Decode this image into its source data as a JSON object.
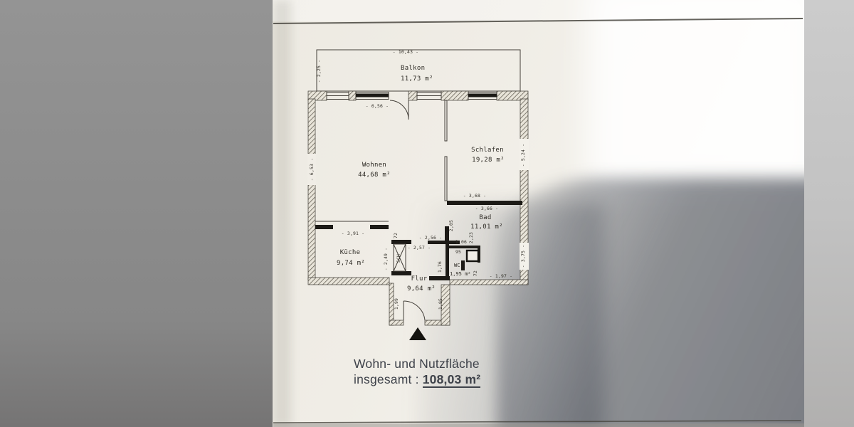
{
  "photo": {
    "left_strip_color": "#8d8d8d",
    "right_strip_color": "#c2c2c2",
    "paper_color": "#f2efe8",
    "shadow_color": "#3b3f49"
  },
  "plan": {
    "rooms": [
      {
        "name": "Balkon",
        "area": "11,73 m²"
      },
      {
        "name": "Wohnen",
        "area": "44,68 m²"
      },
      {
        "name": "Schlafen",
        "area": "19,28 m²"
      },
      {
        "name": "Bad",
        "area": "11,01 m²"
      },
      {
        "name": "Küche",
        "area": "9,74 m²"
      },
      {
        "name": "Flur",
        "area": "9,64 m²"
      },
      {
        "name": "WC",
        "area": "1,95 m²"
      }
    ],
    "dims": {
      "balcony_width": "- 10,43 -",
      "balcony_depth": "- 2,25 -",
      "wohnen_top": "- 6,56 -",
      "left_height": "- 6,53 -",
      "schlafen_right": "- 5,24 -",
      "schlafen_bottom": "- 3,68 -",
      "bad_top": "- 3,66 -",
      "bad_left_v": "2,05",
      "bad_mid_v": "2,23",
      "bad_small_w": "1,06",
      "bad_small_w2": "95",
      "flur_top1": "- 2,56 -",
      "flur_top2": "- 2,57 -",
      "shaft_w": "72",
      "shaft_label": "SCH",
      "flur_left_v": "1,76",
      "wc_w": "72",
      "kueche_top": "- 3,91 -",
      "kueche_right": "- 2,49 -",
      "bottom_right": "- 1,97 -",
      "right_lower_v": "- 3,75 -",
      "vest_right_v": "1,95",
      "vest_left_v": "1,99"
    }
  },
  "summary": {
    "line1": "Wohn- und Nutzfläche",
    "line2_label": "insgesamt :",
    "total": "108,03 m²"
  }
}
